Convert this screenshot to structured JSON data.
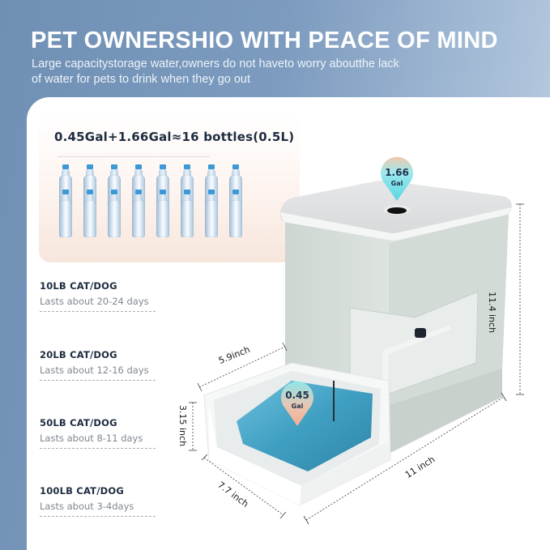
{
  "header": {
    "title": "PET OWNERSHIO WITH PEACE OF MIND",
    "subtitle_line1": "Large capacitystorage water,owners do not haveto worry aboutthe lack",
    "subtitle_line2": "of water for pets to drink when they go out"
  },
  "capacity_panel": {
    "title": "0.45Gal+1.66Gal≈16 bottles(0.5L)",
    "bottle_icon": "water-bottle-icon",
    "bottle_rows": 2,
    "bottles_per_row": 8,
    "bottle_cap_color": "#3d98d6"
  },
  "pet_list": [
    {
      "name": "10LB CAT/DOG",
      "duration": "Lasts about 20-24 days"
    },
    {
      "name": "20LB CAT/DOG",
      "duration": "Lasts about 12-16 days"
    },
    {
      "name": "50LB CAT/DOG",
      "duration": "Lasts about 8-11 days"
    },
    {
      "name": "100LB CAT/DOG",
      "duration": "Lasts about 3-4days"
    }
  ],
  "product": {
    "upper_tank_pin": {
      "value": "1.66",
      "unit": "Gal"
    },
    "lower_bowl_pin": {
      "value": "0.45",
      "unit": "Gal"
    },
    "dimensions": {
      "height": "11.4 inch",
      "bowl_width": "5.9inch",
      "bowl_height": "3.15 inch",
      "bowl_depth": "7.7 inch",
      "total_length": "11 inch"
    }
  },
  "colors": {
    "background_blue": "#7c9bbf",
    "title_text": "#ffffff",
    "dark_text": "#1f2d40",
    "muted_text": "#808890",
    "panel_peach": "#f7e6dc",
    "water_blue": "#4fa9c8",
    "pin_cyan": "#7fe3ea",
    "pin_peach": "#f4b9a0"
  }
}
